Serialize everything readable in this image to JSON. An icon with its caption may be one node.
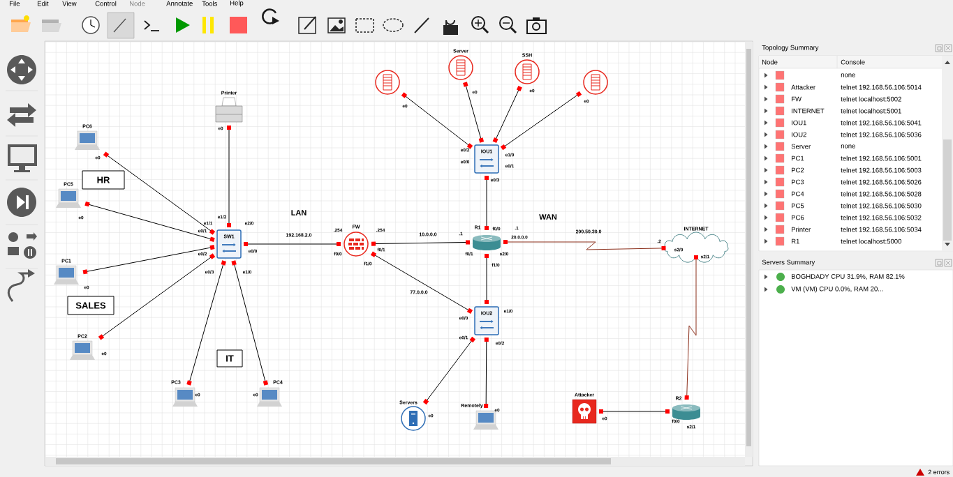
{
  "diagram": {
    "nodes": [
      {
        "text": [
          "PC6"
        ]
      },
      {
        "text": [
          "PC5"
        ]
      },
      {
        "text": [
          "HR"
        ]
      },
      {
        "text": [
          "Printer"
        ]
      },
      {
        "text": [
          "SW1"
        ]
      },
      {
        "text": [
          "PC1"
        ]
      },
      {
        "text": [
          "SALES"
        ]
      },
      {
        "text": [
          "PC2"
        ]
      },
      {
        "text": [
          "PC3"
        ]
      },
      {
        "text": [
          "IT"
        ]
      },
      {
        "text": [
          "PC4"
        ]
      },
      {
        "text": [
          "FW"
        ]
      },
      {
        "text": [],
        "shape": "circle"
      },
      {
        "text": [
          "Server"
        ]
      },
      {
        "text": [
          "SSH"
        ]
      },
      {
        "text": [],
        "shape": "circle"
      },
      {
        "text": [
          "IOU1"
        ]
      },
      {
        "text": [
          "R1"
        ]
      },
      {
        "text": [
          "INTERNET"
        ]
      },
      {
        "text": [
          "IOU2"
        ]
      },
      {
        "text": [
          "Servers"
        ]
      },
      {
        "text": [
          "Remotely"
        ]
      },
      {
        "text": [
          "Attacker"
        ]
      },
      {
        "text": [
          "R2"
        ]
      }
    ],
    "edges": [
      {
        "from": 0,
        "to": 4,
        "arrow": "other"
      },
      {
        "from": 1,
        "to": 4,
        "arrow": "other"
      },
      {
        "from": 5,
        "to": 4,
        "arrow": "other"
      },
      {
        "from": 7,
        "to": 4,
        "arrow": "other"
      },
      {
        "from": 8,
        "to": 4,
        "arrow": "other"
      },
      {
        "from": 10,
        "to": 4,
        "arrow": "other"
      },
      {
        "from": 3,
        "to": 4,
        "arrow": "other"
      },
      {
        "from": 4,
        "to": 11,
        "arrow": "other",
        "label": "192.168.2.0"
      },
      {
        "from": 11,
        "to": 17,
        "arrow": "other",
        "label": "10.0.0.0"
      },
      {
        "from": 11,
        "to": 19,
        "arrow": "other",
        "label": "77.0.0.0"
      },
      {
        "from": 12,
        "to": 16,
        "arrow": "other"
      },
      {
        "from": 13,
        "to": 16,
        "arrow": "other"
      },
      {
        "from": 14,
        "to": 16,
        "arrow": "other"
      },
      {
        "from": 15,
        "to": 16,
        "arrow": "other"
      },
      {
        "from": 16,
        "to": 17,
        "arrow": "other"
      },
      {
        "from": 17,
        "to": 18,
        "arrow": "other",
        "label": "200.50.30.0",
        "color": "#8b2e1a"
      },
      {
        "from": 17,
        "to": 19,
        "arrow": "other"
      },
      {
        "from": 19,
        "to": 20,
        "arrow": "other"
      },
      {
        "from": 19,
        "to": 21,
        "arrow": "other"
      },
      {
        "from": 18,
        "to": 23,
        "arrow": "other",
        "color": "#8b2e1a"
      },
      {
        "from": 22,
        "to": 23,
        "arrow": "other"
      }
    ],
    "labels": [
      "File",
      "Edit",
      "View",
      "Control",
      "Node",
      "Annotate",
      "Tools",
      "Help",
      "e0",
      "e0",
      "e1/1",
      "e1/2",
      "e2/0",
      "LAN",
      "e0/1",
      "e0/0",
      "e0/2",
      "e0/3",
      "e1/0",
      "e0",
      "e0",
      "e0",
      "e0",
      "e0",
      ".254",
      ".254",
      "f0/0",
      "f0/1",
      "f1/0",
      ".1",
      ".1",
      "WAN",
      "f0/0",
      "f0/1",
      "s2/0",
      "20.0.0.0",
      "f1/0",
      "e0",
      "e0",
      "e0",
      "e0",
      "e0/2",
      "e0/0",
      "e0/1",
      "e1/0",
      "e0/3",
      ".2",
      "s2/0",
      "s2/1",
      "e1/0",
      "e0/0",
      "e0/1",
      "e0/2",
      "e0",
      "e0",
      "e0",
      "f0/0",
      "s2/1",
      "Topology Summary",
      "Node",
      "Console",
      "none",
      "Attacker",
      "telnet 192.168.56.106:5014",
      "FW",
      "telnet localhost:5002",
      "INTERNET",
      "telnet localhost:5001",
      "IOU1",
      "telnet 192.168.56.106:5041",
      "IOU2",
      "telnet 192.168.56.106:5036",
      "Server",
      "none",
      "PC1",
      "telnet 192.168.56.106:5001",
      "PC2",
      "telnet 192.168.56.106:5003",
      "PC3",
      "telnet 192.168.56.106:5026",
      "PC4",
      "telnet 192.168.56.106:5028",
      "PC5",
      "telnet 192.168.56.106:5030",
      "PC6",
      "telnet 192.168.56.106:5032",
      "Printer",
      "telnet 192.168.56.106:5034",
      "R1",
      "telnet localhost:5000",
      "Servers Summary",
      "BOGHDADY CPU 31.9%, RAM 82.1%",
      "VM (VM) CPU 0.0%, RAM 20...",
      "2 errors"
    ]
  }
}
